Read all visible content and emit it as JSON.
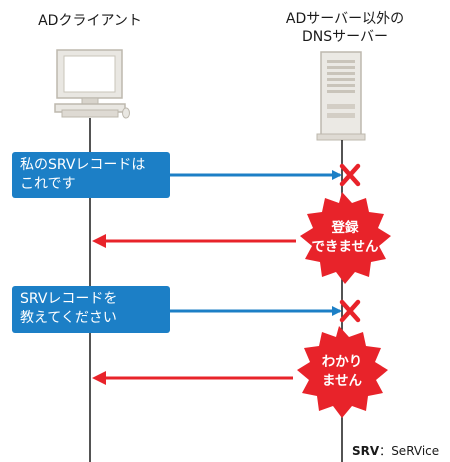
{
  "actors": {
    "client": {
      "title": "ADクライアント"
    },
    "server": {
      "title_line1": "ADサーバー以外の",
      "title_line2": "DNSサーバー"
    }
  },
  "messages": [
    {
      "line1": "私のSRVレコードは",
      "line2": "これです",
      "result": "rejected"
    },
    {
      "line1": "SRVレコードを",
      "line2": "教えてください",
      "result": "rejected"
    }
  ],
  "responses": [
    {
      "line1": "登録",
      "line2": "できません"
    },
    {
      "line1": "わかり",
      "line2": "ません"
    }
  ],
  "footnote": {
    "abbr": "SRV",
    "sep": "：",
    "full": "SeRVice"
  },
  "colors": {
    "request": "#1c7fc6",
    "response": "#e8232a",
    "cross": "#e8232a",
    "lifeline": "#1a1a1a"
  },
  "icons": {
    "client": "desktop-computer-icon",
    "server": "tower-server-icon",
    "reject": "red-x-icon"
  }
}
